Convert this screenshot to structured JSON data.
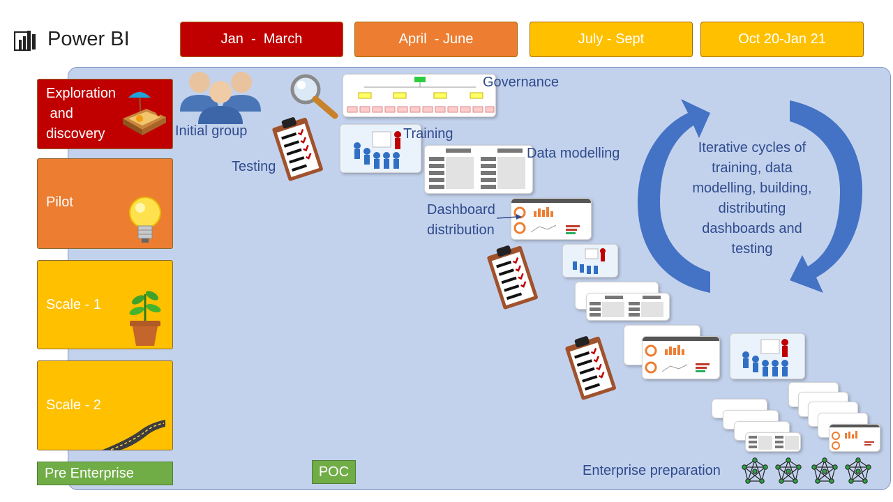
{
  "logo": {
    "text": "Power BI",
    "icon": "power-bi-icon"
  },
  "periods": [
    {
      "label": "Jan  -  March",
      "color": "#c00000"
    },
    {
      "label": "April  - June",
      "color": "#ed7d31"
    },
    {
      "label": "July - Sept",
      "color": "#ffc000"
    },
    {
      "label": "Oct 20-Jan 21",
      "color": "#ffc000"
    }
  ],
  "stages": [
    {
      "label": "Exploration\n and\ndiscovery",
      "color": "#c00000",
      "icon": "sandbox-icon"
    },
    {
      "label": "Pilot",
      "color": "#ed7d31",
      "icon": "lightbulb-icon"
    },
    {
      "label": "Scale - 1",
      "color": "#ffc000",
      "icon": "plant-icon"
    },
    {
      "label": "Scale - 2",
      "color": "#ffc000",
      "icon": "road-icon"
    }
  ],
  "bottom": {
    "pre_enterprise": "Pre Enterprise",
    "poc": "POC",
    "enterprise": "Enterprise preparation"
  },
  "labels": {
    "initial_group": "Initial group",
    "testing": "Testing",
    "governance": "Governance",
    "training": "Training",
    "data_modelling": "Data modelling",
    "dashboard": "Dashboard",
    "distribution": "distribution"
  },
  "cycle": {
    "lines": [
      "Iterative cycles of",
      "training, data",
      "modelling, building,",
      "distributing",
      "dashboards and",
      "testing"
    ],
    "color": "#4472c4"
  },
  "colors": {
    "panel": "#c3d2ec",
    "label_text": "#2f4b8e",
    "green": "#70ad47"
  }
}
